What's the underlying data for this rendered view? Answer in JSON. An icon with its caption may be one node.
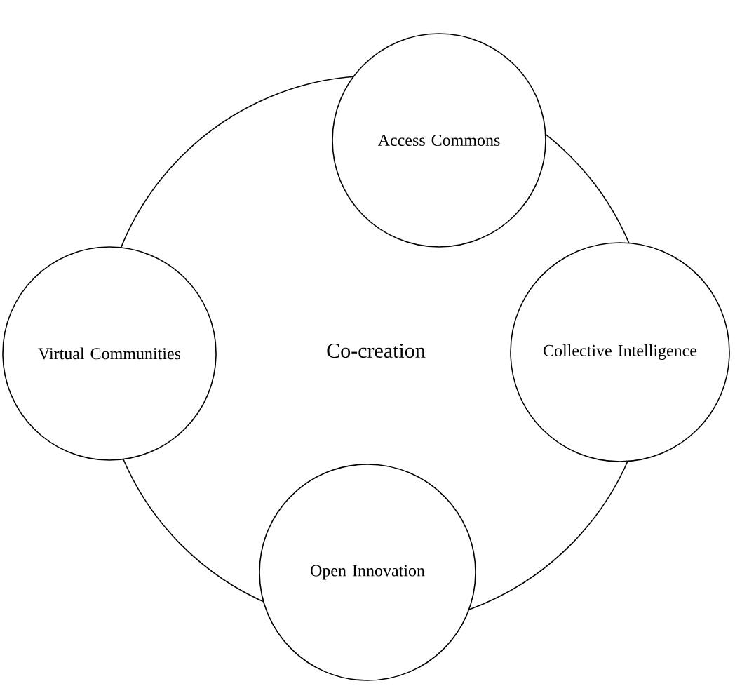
{
  "diagram": {
    "nodes": [
      {
        "text": [
          "Co-creation"
        ]
      },
      {
        "text": [
          "Access Commons"
        ]
      },
      {
        "text": [
          "Virtual Communities"
        ]
      },
      {
        "text": [
          "Collective Intelligence"
        ]
      },
      {
        "text": [
          "Open Innovation"
        ]
      }
    ]
  }
}
